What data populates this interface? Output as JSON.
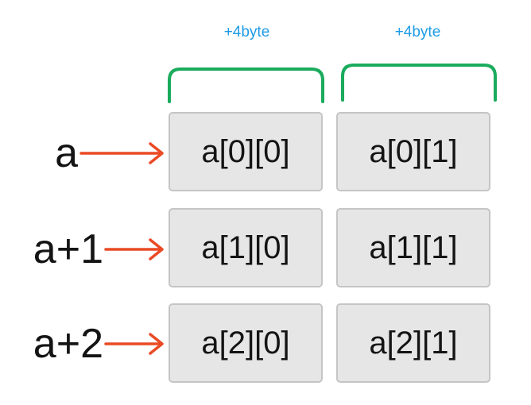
{
  "byte_labels": [
    "+4byte",
    "+4byte"
  ],
  "pointers": [
    "a",
    "a+1",
    "a+2"
  ],
  "cells": [
    [
      "a[0][0]",
      "a[0][1]"
    ],
    [
      "a[1][0]",
      "a[1][1]"
    ],
    [
      "a[2][0]",
      "a[2][1]"
    ]
  ],
  "colors": {
    "bracket": "#1aab5c",
    "arrow": "#ea4a25",
    "byte_label": "#1e9be6",
    "cell_fill": "#e6e6e6",
    "cell_border": "#c5c5c5"
  }
}
